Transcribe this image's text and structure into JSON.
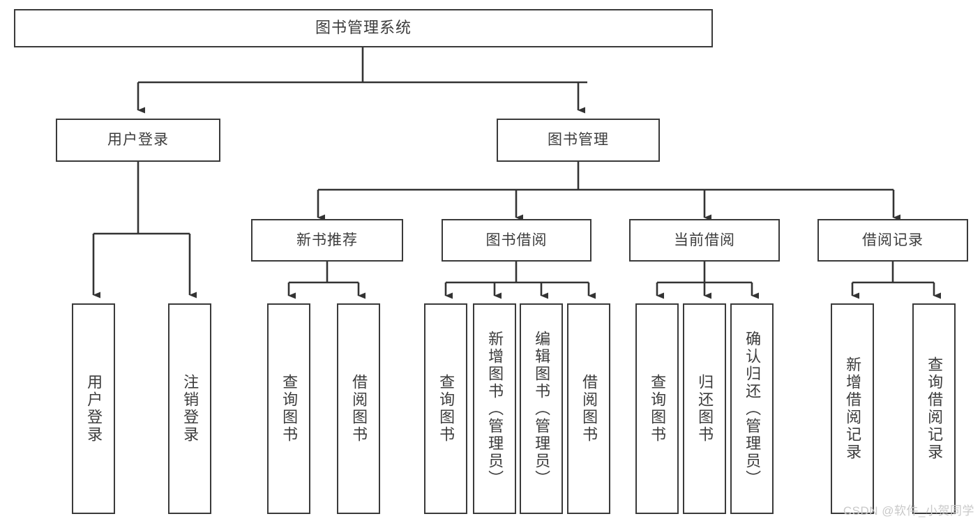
{
  "diagram": {
    "title": "图书管理系统",
    "type": "tree",
    "style": {
      "box_border_color": "#3a3a3a",
      "box_fill_color": "#ffffff",
      "text_color": "#3c3c3c",
      "edge_color": "#333333",
      "background": "#ffffff"
    },
    "root": {
      "label": "图书管理系统"
    },
    "level1": [
      {
        "label": "用户登录"
      },
      {
        "label": "图书管理"
      }
    ],
    "level2": [
      {
        "label": "新书推荐"
      },
      {
        "label": "图书借阅"
      },
      {
        "label": "当前借阅"
      },
      {
        "label": "借阅记录"
      }
    ],
    "leaves": {
      "user_login": [
        {
          "label": "用户登录"
        },
        {
          "label": "注销登录"
        }
      ],
      "new_book_recommend": [
        {
          "label": "查询图书"
        },
        {
          "label": "借阅图书"
        }
      ],
      "book_borrow": [
        {
          "label": "查询图书"
        },
        {
          "label": "新增图书（管理员）"
        },
        {
          "label": "编辑图书（管理员）"
        },
        {
          "label": "借阅图书"
        }
      ],
      "current_borrow": [
        {
          "label": "查询图书"
        },
        {
          "label": "归还图书"
        },
        {
          "label": "确认归还（管理员）"
        }
      ],
      "borrow_record": [
        {
          "label": "新增借阅记录"
        },
        {
          "label": "查询借阅记录"
        }
      ]
    }
  },
  "watermark": {
    "text": "CSDN @软件_小贺同学"
  }
}
